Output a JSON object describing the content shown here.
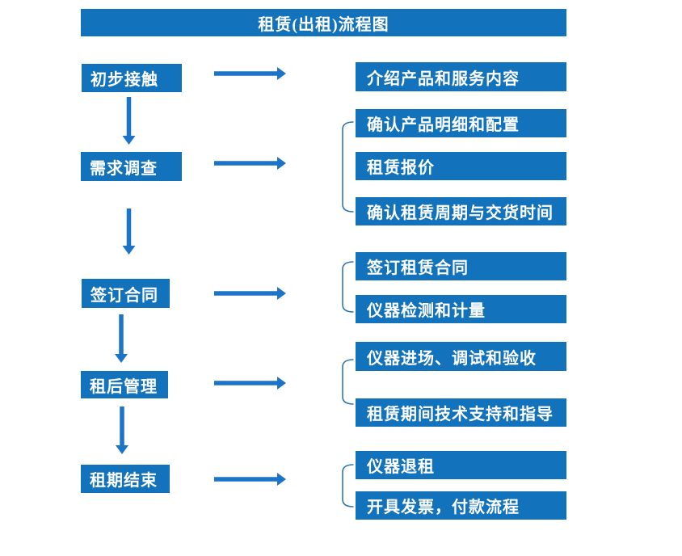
{
  "title": "租赁(出租)流程图",
  "colors": {
    "box_fill": "#1272BB",
    "box_text": "#FFFFFF",
    "arrow": "#1B74C8",
    "bracket": "#2E75B6",
    "background": "#FFFFFF"
  },
  "steps": [
    {
      "label": "初步接触",
      "outputs": [
        "介绍产品和服务内容"
      ]
    },
    {
      "label": "需求调查",
      "outputs": [
        "确认产品明细和配置",
        "租赁报价",
        "确认租赁周期与交货时间"
      ]
    },
    {
      "label": "签订合同",
      "outputs": [
        "签订租赁合同",
        "仪器检测和计量"
      ]
    },
    {
      "label": "租后管理",
      "outputs": [
        "仪器进场、调试和验收",
        "租赁期间技术支持和指导"
      ]
    },
    {
      "label": "租期结束",
      "outputs": [
        "仪器退租",
        "开具发票，付款流程"
      ]
    }
  ]
}
